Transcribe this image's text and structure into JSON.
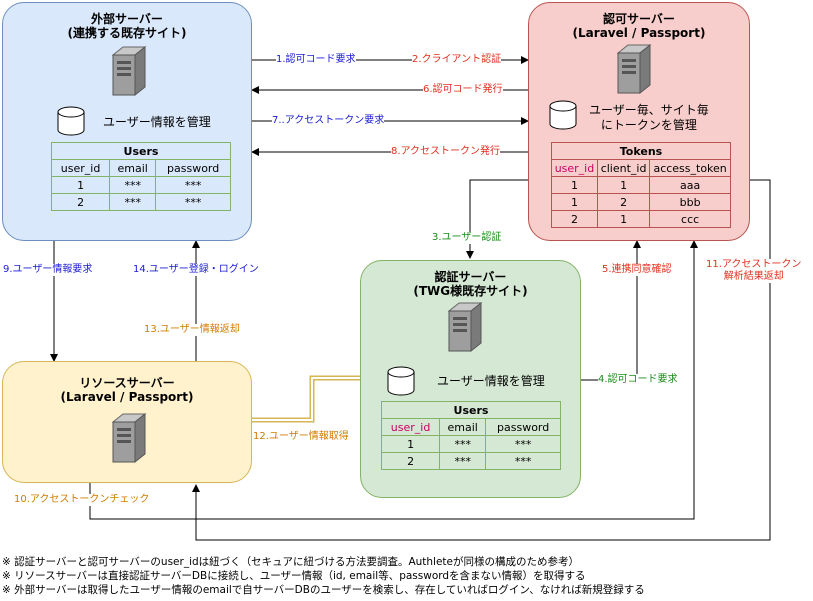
{
  "external_server": {
    "title_line1": "外部サーバー",
    "title_line2": "(連携する既存サイト)",
    "db_text": "ユーザー情報を管理",
    "table": {
      "caption": "Users",
      "headers": [
        "user_id",
        "email",
        "password"
      ],
      "rows": [
        [
          "1",
          "***",
          "***"
        ],
        [
          "2",
          "***",
          "***"
        ]
      ]
    }
  },
  "auth_server": {
    "title_line1": "認可サーバー",
    "title_line2": "(Laravel / Passport)",
    "db_text_line1": "ユーザー毎、サイト毎",
    "db_text_line2": "にトークンを管理",
    "table": {
      "caption": "Tokens",
      "headers": [
        "user_id",
        "client_id",
        "access_token"
      ],
      "rows": [
        [
          "1",
          "1",
          "aaa"
        ],
        [
          "1",
          "2",
          "bbb"
        ],
        [
          "2",
          "1",
          "ccc"
        ]
      ]
    }
  },
  "authn_server": {
    "title_line1": "認証サーバー",
    "title_line2": "(TWG様既存サイト)",
    "db_text": "ユーザー情報を管理",
    "table": {
      "caption": "Users",
      "headers": [
        "user_id",
        "email",
        "password"
      ],
      "rows": [
        [
          "1",
          "***",
          "***"
        ],
        [
          "2",
          "***",
          "***"
        ]
      ]
    }
  },
  "resource_server": {
    "title_line1": "リソースサーバー",
    "title_line2": "(Laravel / Passport)"
  },
  "edges": {
    "e1": "1.認可コード要求",
    "e2": "2.クライアント認証",
    "e3": "3.ユーザー認証",
    "e4": "4.認可コード要求",
    "e5": "5.連携同意確認",
    "e6": "6.認可コード発行",
    "e7": "7..アクセストークン要求",
    "e8": "8.アクセストークン発行",
    "e9": "9.ユーザー情報要求",
    "e10": "10.アクセストークンチェック",
    "e11_line1": "11.アクセストークン",
    "e11_line2": "解析結果返却",
    "e12": "12.ユーザー情報取得",
    "e13": "13.ユーザー情報返却",
    "e14": "14.ユーザー登録・ログイン"
  },
  "notes": [
    "※ 認証サーバーと認可サーバーのuser_idは紐づく（セキュアに紐づける方法要調査。Authleteが同様の構成のため参考）",
    "※ リソースサーバーは直接認証サーバーDBに接続し、ユーザー情報（id, email等、passwordを含まない情報）を取得する",
    "※ 外部サーバーは取得したユーザー情報のemailで自サーバーDBのユーザーを検索し、存在していればログイン、なければ新規登録する"
  ],
  "colors": {
    "external_fill": "#dae8fc",
    "external_stroke": "#6c8ebf",
    "auth_fill": "#f8cecc",
    "auth_stroke": "#b85450",
    "authn_fill": "#d5e8d4",
    "authn_stroke": "#82b366",
    "resource_fill": "#fff2cc",
    "resource_stroke": "#d6b656",
    "user_id_highlight": "#cc0066"
  }
}
